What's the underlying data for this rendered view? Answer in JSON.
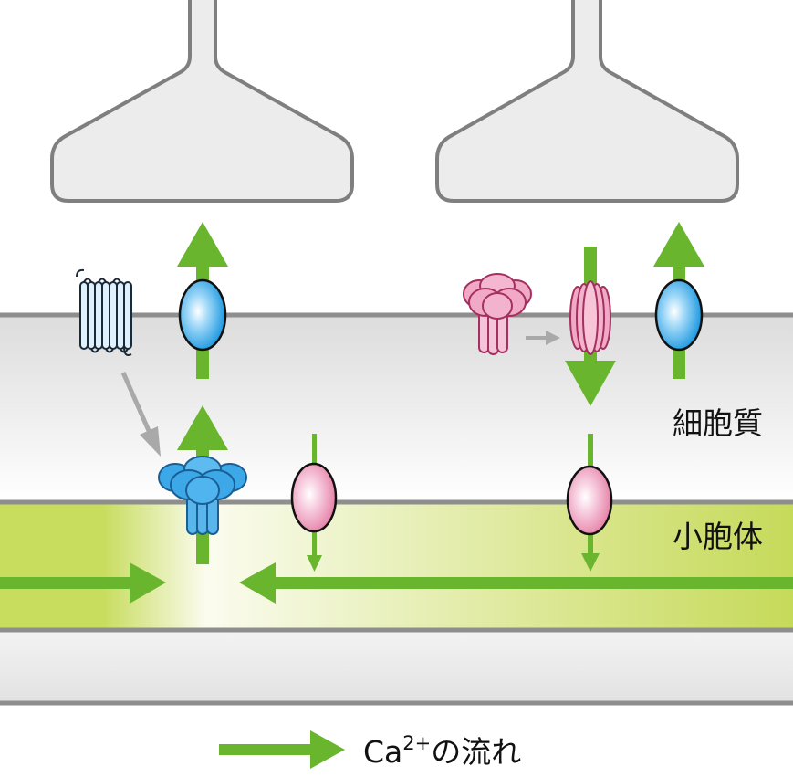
{
  "labels": {
    "cytoplasm": "細胞質",
    "vesicle": "小胞体"
  },
  "legend": {
    "prefix": "Ca",
    "superscript": "2+",
    "suffix": "の流れ"
  },
  "colors": {
    "flow_arrow": "#6ab52e",
    "membrane_line": "#8e8e8e",
    "cytoplasm_band": "#e2e2e2",
    "vesicle_band": "#c8dc60",
    "cell_fill": "#ebebeb",
    "blue_channel": "#1a9be0",
    "pink_channel": "#e98eb0",
    "receptor_stroke": "#1b7fc0",
    "signal_arrow": "#a9a9a9"
  },
  "icons": [
    "gpcr-icon",
    "blue-ion-channel-icon",
    "blue-receptor-channel-icon",
    "pink-receptor-channel-icon",
    "pink-pump-icon"
  ]
}
